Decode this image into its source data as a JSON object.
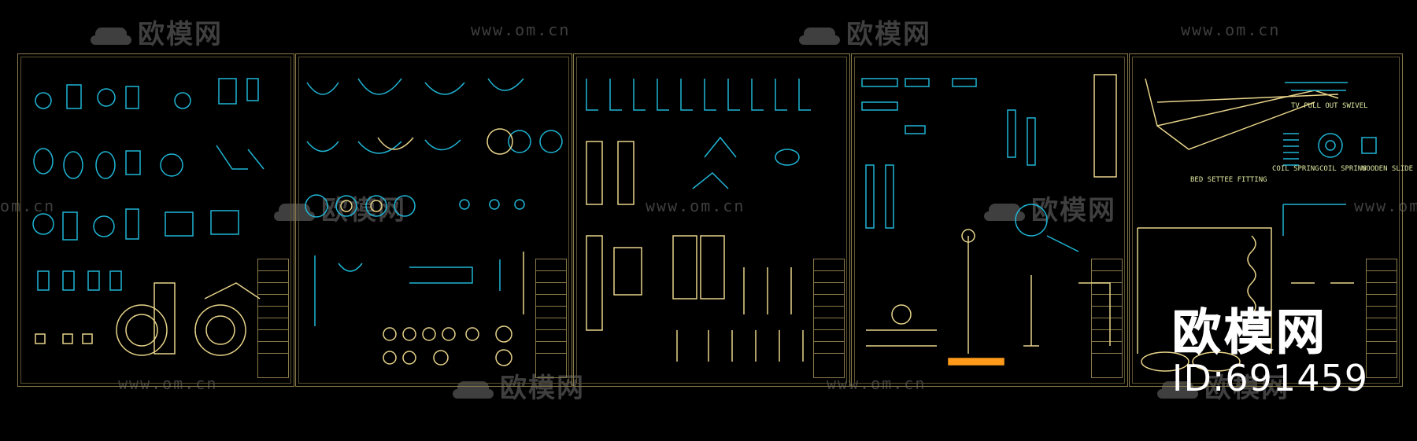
{
  "watermark": {
    "logo_text": "欧模网",
    "url_text": "www.om.cn",
    "side_url_text": "om.cn"
  },
  "labels": {
    "tv_swivel": "TV PULL OUT SWIVEL",
    "bed_settee": "BED SETTEE FITTING",
    "coil_spring_1": "COIL SPRING",
    "coil_spring_2": "COIL SPRING",
    "wooden_slide": "WOODEN SLIDE"
  },
  "brand": {
    "name": "欧模网",
    "id": "ID:691459"
  },
  "colors": {
    "background": "#000000",
    "frame": "#8a7a4a",
    "cyan": "#1fb6d6",
    "yellow": "#e8d48a",
    "green": "#3fd06a",
    "watermark": "#4a4a4a"
  }
}
